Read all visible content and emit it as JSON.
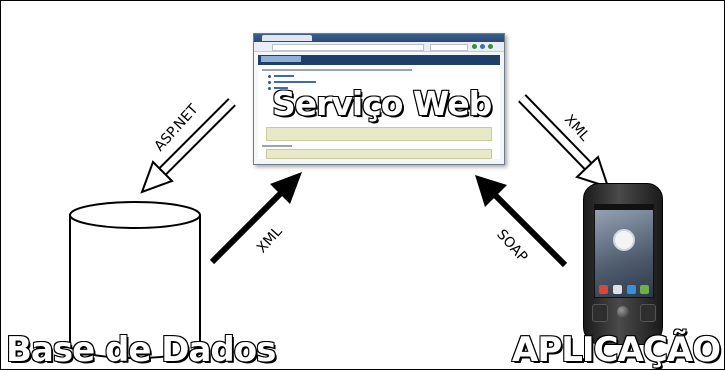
{
  "diagram": {
    "service_title": "Serviço Web",
    "database_title": "Base de Dados",
    "application_title": "APLICAÇÃO",
    "arrows": [
      {
        "label": "ASP.NET",
        "from": "Serviço Web",
        "to": "Base de Dados",
        "style": "outline"
      },
      {
        "label": "XML",
        "from": "Base de Dados",
        "to": "Serviço Web",
        "style": "solid"
      },
      {
        "label": "XML",
        "from": "Serviço Web",
        "to": "APLICAÇÃO",
        "style": "outline"
      },
      {
        "label": "SOAP",
        "from": "APLICAÇÃO",
        "to": "Serviço Web",
        "style": "solid"
      }
    ]
  },
  "icons": {
    "service": "browser-window-icon",
    "database": "database-cylinder-icon",
    "application": "smartphone-icon"
  },
  "colors": {
    "background": "#ffffff",
    "arrow": "#000000",
    "browser_header": "#1f3f6b",
    "code_block": "#e7e9c8"
  }
}
